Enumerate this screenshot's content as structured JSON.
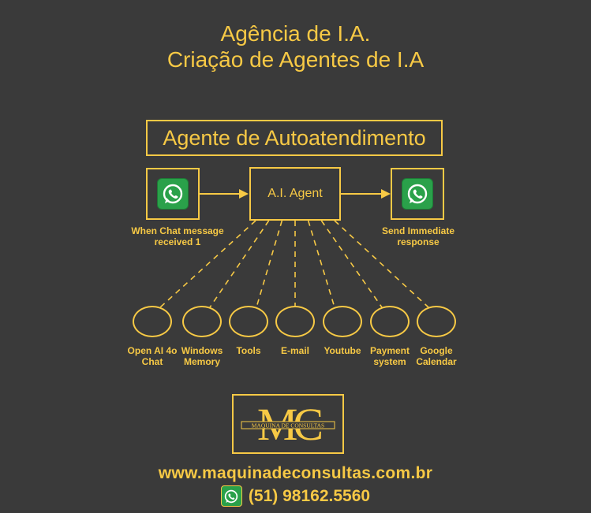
{
  "header": {
    "title_line1": "Agência de I.A.",
    "title_line2": "Criação de Agentes de I.A"
  },
  "diagram": {
    "section_title": "Agente de Autoatendimento",
    "trigger": {
      "icon": "whatsapp-icon",
      "label_line1": "When Chat message",
      "label_line2": "received 1"
    },
    "agent": {
      "label": "A.I. Agent"
    },
    "response": {
      "icon": "whatsapp-icon",
      "label_line1": "Send Immediate",
      "label_line2": "response"
    },
    "tools": [
      {
        "line1": "Open AI 4o",
        "line2": "Chat"
      },
      {
        "line1": "Windows",
        "line2": "Memory"
      },
      {
        "line1": "Tools",
        "line2": ""
      },
      {
        "line1": "E-mail",
        "line2": ""
      },
      {
        "line1": "Youtube",
        "line2": ""
      },
      {
        "line1": "Payment",
        "line2": "system"
      },
      {
        "line1": "Google",
        "line2": "Calendar"
      }
    ]
  },
  "logo": {
    "letters": "MC",
    "banner_text": "MAQUINA DE CONSULTAS"
  },
  "footer": {
    "website": "www.maquinadeconsultas.com.br",
    "phone_icon": "whatsapp-icon",
    "phone": "(51) 98162.5560"
  },
  "colors": {
    "background": "#3a3a3a",
    "accent": "#f7c945",
    "whatsapp": "#2aa14a"
  }
}
